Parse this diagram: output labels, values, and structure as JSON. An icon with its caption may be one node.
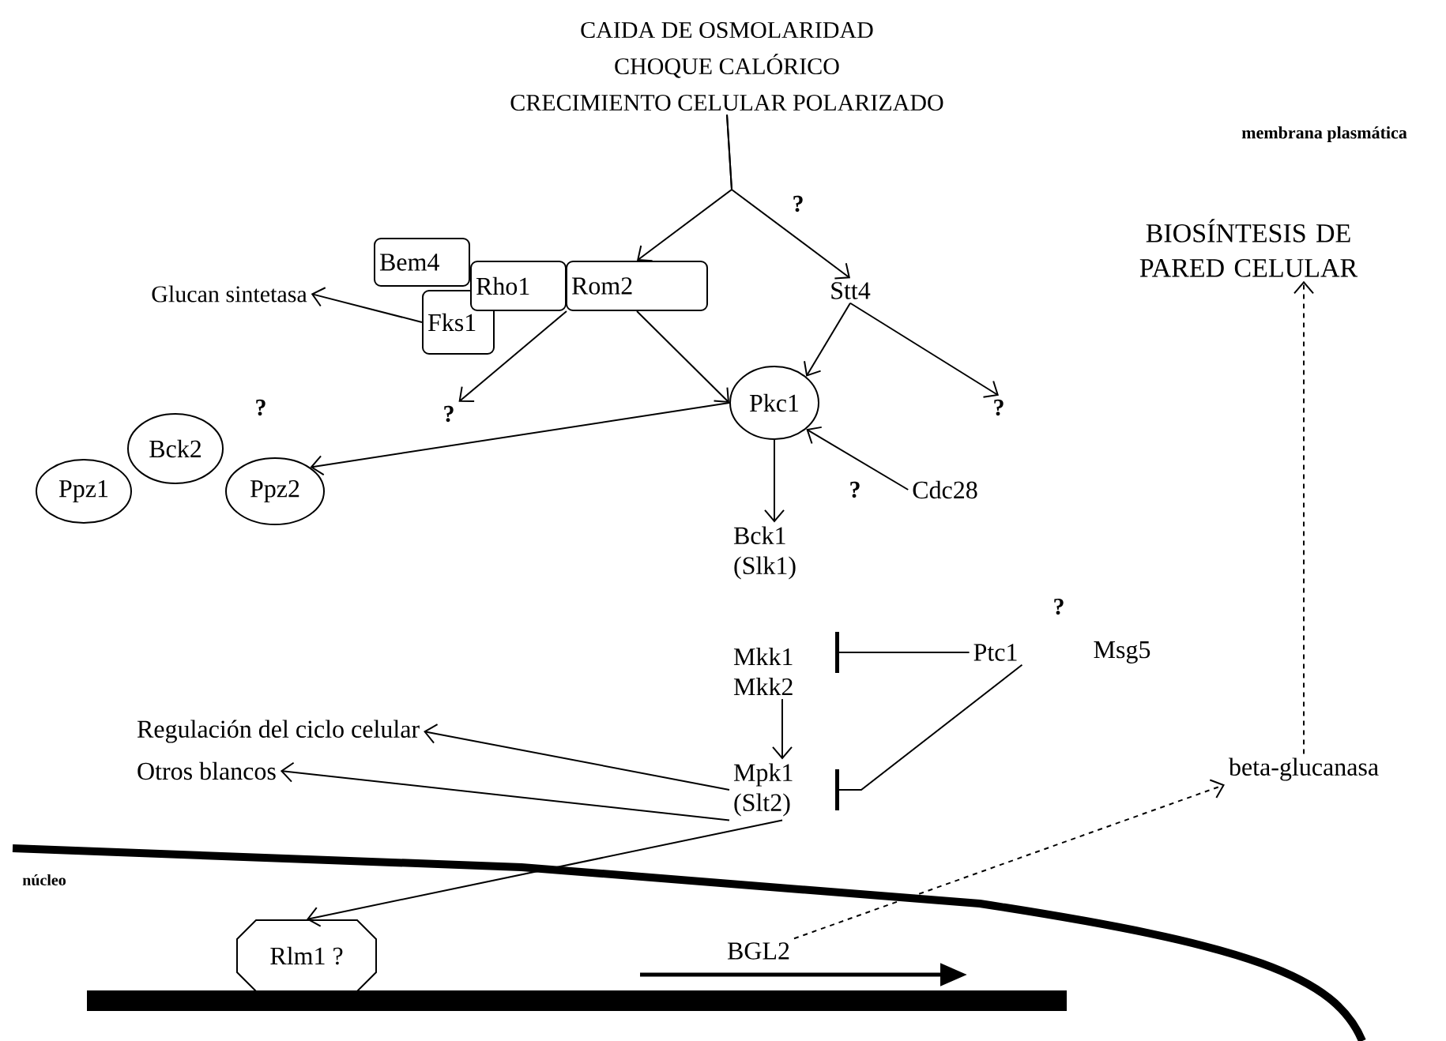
{
  "diagram": {
    "nodes": [
      {
        "text": [
          "CAIDA DE OSMOLARIDAD",
          "CHOQUE CALÓRICO",
          "CRECIMIENTO CELULAR POLARIZADO"
        ]
      },
      {
        "text": [
          "Bem4"
        ]
      },
      {
        "text": [
          "Rho1"
        ]
      },
      {
        "text": [
          "Rom2"
        ]
      },
      {
        "text": [
          "Fks1"
        ]
      },
      {
        "text": [
          "Glucan sintetasa"
        ]
      },
      {
        "text": [
          "?"
        ]
      },
      {
        "text": [
          "Stt4"
        ]
      },
      {
        "text": [
          "Pkc1"
        ]
      },
      {
        "text": [
          "?"
        ]
      },
      {
        "text": [
          "Bck2"
        ]
      },
      {
        "text": [
          "Ppz1"
        ]
      },
      {
        "text": [
          "Ppz2"
        ]
      },
      {
        "text": [
          "Cdc28"
        ]
      },
      {
        "text": [
          "Bck1 (Slk1)"
        ]
      },
      {
        "text": [
          "Mkk1 Mkk2"
        ]
      },
      {
        "text": [
          "Ptc1"
        ]
      },
      {
        "text": [
          "Msg5"
        ]
      },
      {
        "text": [
          "Mpk1 (Slt2)"
        ]
      },
      {
        "text": [
          "Regulación del ciclo celular"
        ]
      },
      {
        "text": [
          "Otros blancos"
        ]
      },
      {
        "text": [
          "beta-glucanasa"
        ]
      },
      {
        "text": [
          "BIOSÍNTESIS DE PARED CELULAR"
        ]
      },
      {
        "text": [
          "Rlm1 ?"
        ]
      },
      {
        "text": [
          "BGL2"
        ]
      }
    ],
    "edges": [
      {
        "from": 0,
        "to": 3,
        "arrow": "to"
      },
      {
        "from": 0,
        "to": 7,
        "arrow": "to",
        "label": "?"
      },
      {
        "from": 4,
        "to": 5,
        "arrow": "to"
      },
      {
        "from": 2,
        "to": 6,
        "arrow": "to"
      },
      {
        "from": 3,
        "to": 8,
        "arrow": "to"
      },
      {
        "from": 7,
        "to": 8,
        "arrow": "to"
      },
      {
        "from": 7,
        "to": 9,
        "arrow": "to"
      },
      {
        "from": 8,
        "to": 12,
        "arrow": "to"
      },
      {
        "from": 13,
        "to": 8,
        "arrow": "to"
      },
      {
        "from": 8,
        "to": 14,
        "arrow": "to"
      },
      {
        "from": 15,
        "to": 18,
        "arrow": "to"
      },
      {
        "from": 16,
        "to": 15,
        "arrow": "other"
      },
      {
        "from": 16,
        "to": 18,
        "arrow": "other"
      },
      {
        "from": 18,
        "to": 19,
        "arrow": "to"
      },
      {
        "from": 18,
        "to": 20,
        "arrow": "to"
      },
      {
        "from": 18,
        "to": 23,
        "arrow": "to"
      },
      {
        "from": 24,
        "to": 21,
        "arrow": "to",
        "style": "dashed"
      },
      {
        "from": 21,
        "to": 22,
        "arrow": "to",
        "style": "dashed"
      }
    ],
    "labels": [
      "membrana plasmática",
      "?",
      "?",
      "?",
      "núcleo"
    ]
  }
}
